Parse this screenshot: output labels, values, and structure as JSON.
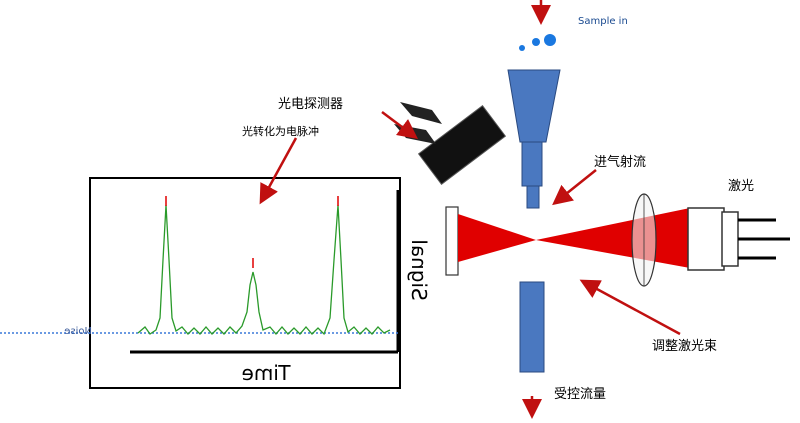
{
  "labels": {
    "sample_in": "Sample in",
    "photodetector": "光电探测器",
    "light_to_pulse": "光转化为电脉冲",
    "sheath_flow": "进气射流",
    "laser": "激光",
    "adjust_laser": "调整激光束",
    "controlled_flow": "受控流量",
    "signal_axis": "Signal",
    "time_axis": "Time",
    "noise": "Noise"
  },
  "colors": {
    "laser_red": "#e00000",
    "nozzle_blue": "#4a78c0",
    "droplet_blue": "#1a78e0",
    "detector_black": "#111111",
    "arrow_red": "#c01010",
    "signal_green": "#2a9a2a",
    "noise_blue": "#3a78d8"
  },
  "chart_data": {
    "type": "line",
    "xlabel": "Time",
    "ylabel": "Signal",
    "reference_line": "Noise",
    "peaks": [
      {
        "position": "left",
        "height": "high"
      },
      {
        "position": "middle",
        "height": "medium"
      },
      {
        "position": "right",
        "height": "high"
      }
    ]
  }
}
